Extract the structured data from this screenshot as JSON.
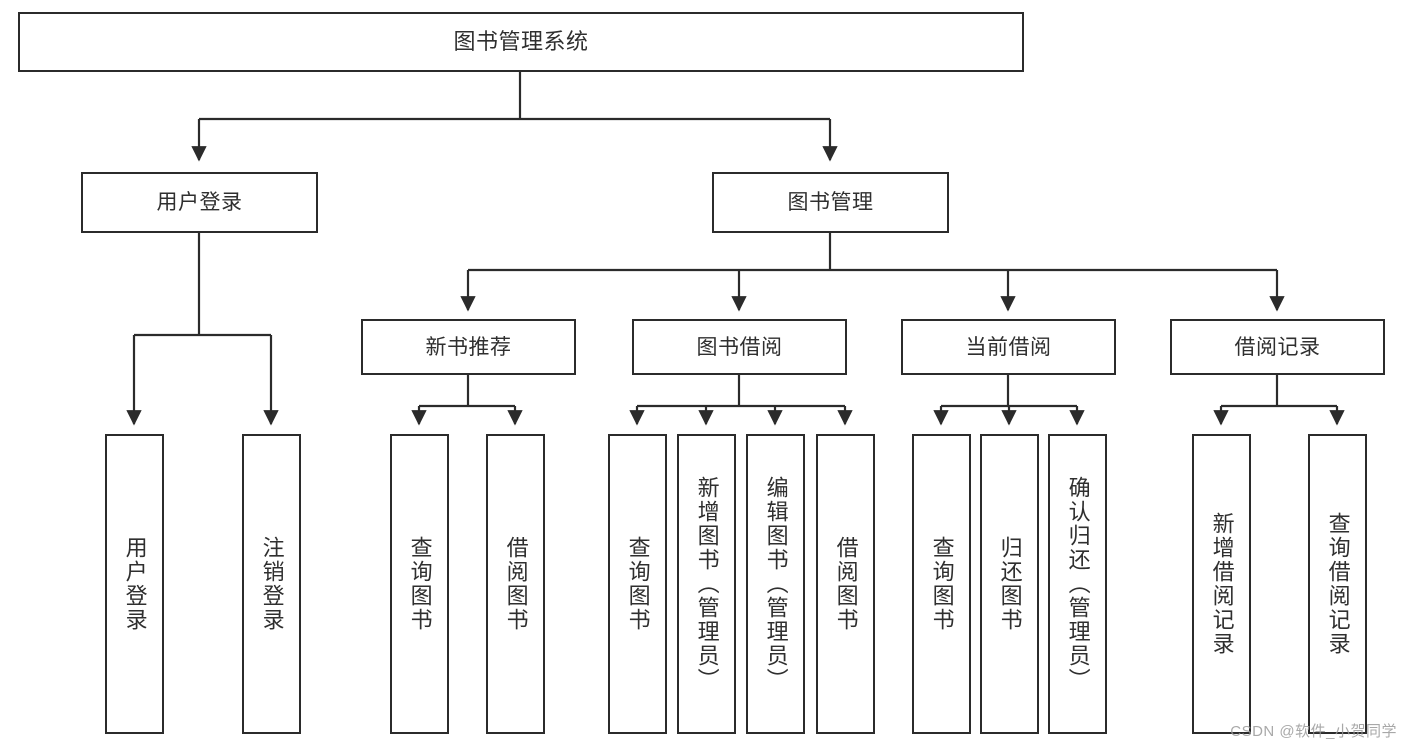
{
  "diagram": {
    "title": "图书管理系统",
    "type": "hierarchy-tree",
    "background_color": "#ffffff",
    "border_color": "#2b2b2b",
    "text_color": "#2f2f2f",
    "nodes": {
      "root": {
        "label": "图书管理系统",
        "level": 0
      },
      "l1": [
        {
          "id": "user_login",
          "label": "用户登录"
        },
        {
          "id": "book_mgmt",
          "label": "图书管理"
        }
      ],
      "l2": [
        {
          "id": "new_book_rec",
          "label": "新书推荐",
          "parent": "book_mgmt"
        },
        {
          "id": "book_borrow",
          "label": "图书借阅",
          "parent": "book_mgmt"
        },
        {
          "id": "current_borrow",
          "label": "当前借阅",
          "parent": "book_mgmt"
        },
        {
          "id": "borrow_record",
          "label": "借阅记录",
          "parent": "book_mgmt"
        }
      ],
      "leaves": [
        {
          "id": "leaf_user_login",
          "label": "用户登录",
          "parent": "user_login"
        },
        {
          "id": "leaf_logout",
          "label": "注销登录",
          "parent": "user_login"
        },
        {
          "id": "leaf_query_book_1",
          "label": "查询图书",
          "parent": "new_book_rec"
        },
        {
          "id": "leaf_borrow_book_1",
          "label": "借阅图书",
          "parent": "new_book_rec"
        },
        {
          "id": "leaf_query_book_2",
          "label": "查询图书",
          "parent": "book_borrow"
        },
        {
          "id": "leaf_add_book",
          "label": "新增图书（管理员）",
          "parent": "book_borrow"
        },
        {
          "id": "leaf_edit_book",
          "label": "编辑图书（管理员）",
          "parent": "book_borrow"
        },
        {
          "id": "leaf_borrow_book_2",
          "label": "借阅图书",
          "parent": "book_borrow"
        },
        {
          "id": "leaf_query_book_3",
          "label": "查询图书",
          "parent": "current_borrow"
        },
        {
          "id": "leaf_return_book",
          "label": "归还图书",
          "parent": "current_borrow"
        },
        {
          "id": "leaf_confirm_return",
          "label": "确认归还（管理员）",
          "parent": "current_borrow"
        },
        {
          "id": "leaf_add_record",
          "label": "新增借阅记录",
          "parent": "borrow_record"
        },
        {
          "id": "leaf_query_record",
          "label": "查询借阅记录",
          "parent": "borrow_record"
        }
      ]
    },
    "watermark": "CSDN @软件_小贺同学"
  }
}
